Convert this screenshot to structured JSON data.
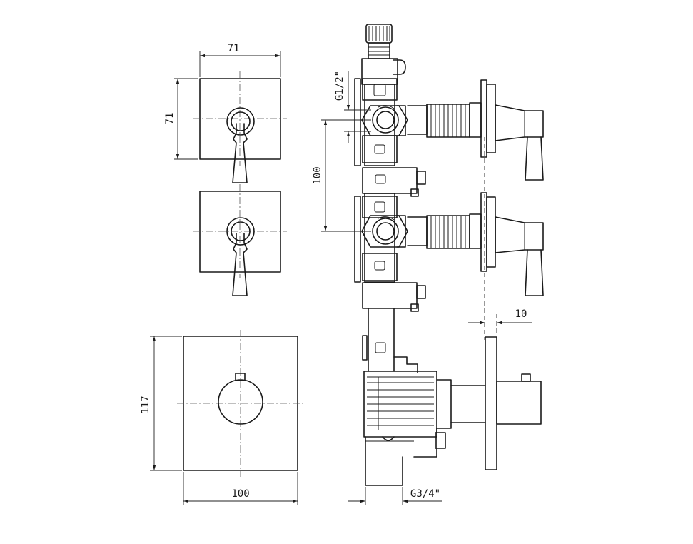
{
  "dimensions": {
    "plate_width": "71",
    "plate_height": "71",
    "valve_spacing": "100",
    "thread_upper": "G1/2\"",
    "thermo_plate_height": "117",
    "thermo_plate_width": "100",
    "thread_lower": "G3/4\"",
    "plate_thickness": "10"
  }
}
